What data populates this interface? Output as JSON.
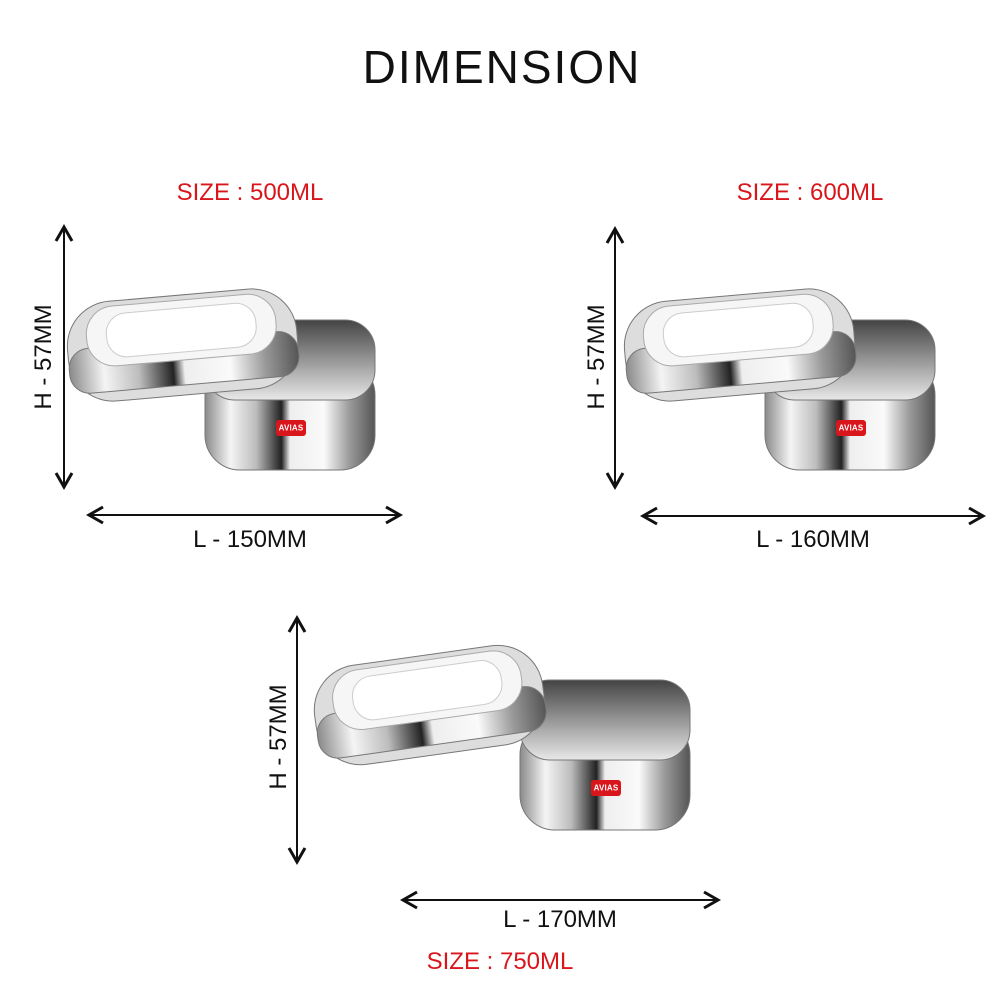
{
  "title": "DIMENSION",
  "products": [
    {
      "size": "SIZE : 500ML",
      "height": "H - 57MM",
      "length": "L - 150MM",
      "brand": "AVIAS"
    },
    {
      "size": "SIZE : 600ML",
      "height": "H - 57MM",
      "length": "L - 160MM",
      "brand": "AVIAS"
    },
    {
      "size": "SIZE : 750ML",
      "height": "H - 57MM",
      "length": "L - 170MM",
      "brand": "AVIAS"
    }
  ],
  "colors": {
    "accent": "#d9161c",
    "text": "#111111"
  }
}
